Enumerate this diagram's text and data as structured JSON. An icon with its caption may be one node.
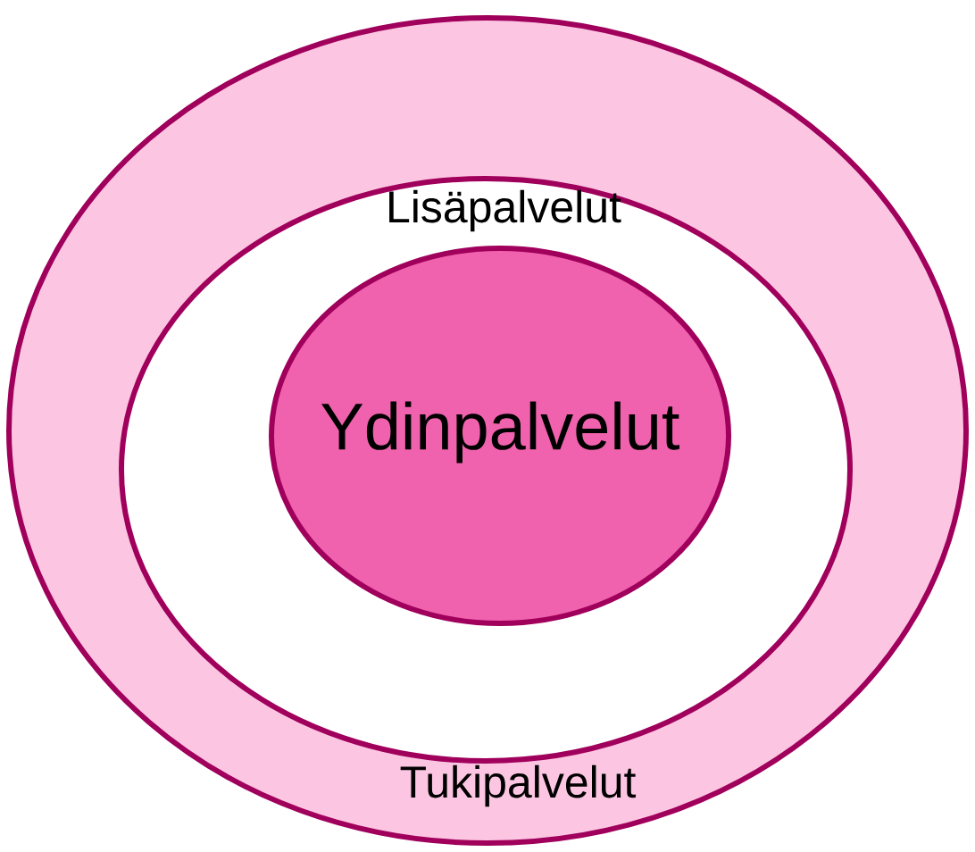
{
  "diagram": {
    "nodes": [
      {
        "text": [
          "Tukipalvelut"
        ]
      },
      {
        "text": [
          "Lisäpalvelut"
        ],
        "in": 0
      },
      {
        "text": [
          "Ydinpalvelut"
        ],
        "in": 1
      }
    ]
  }
}
